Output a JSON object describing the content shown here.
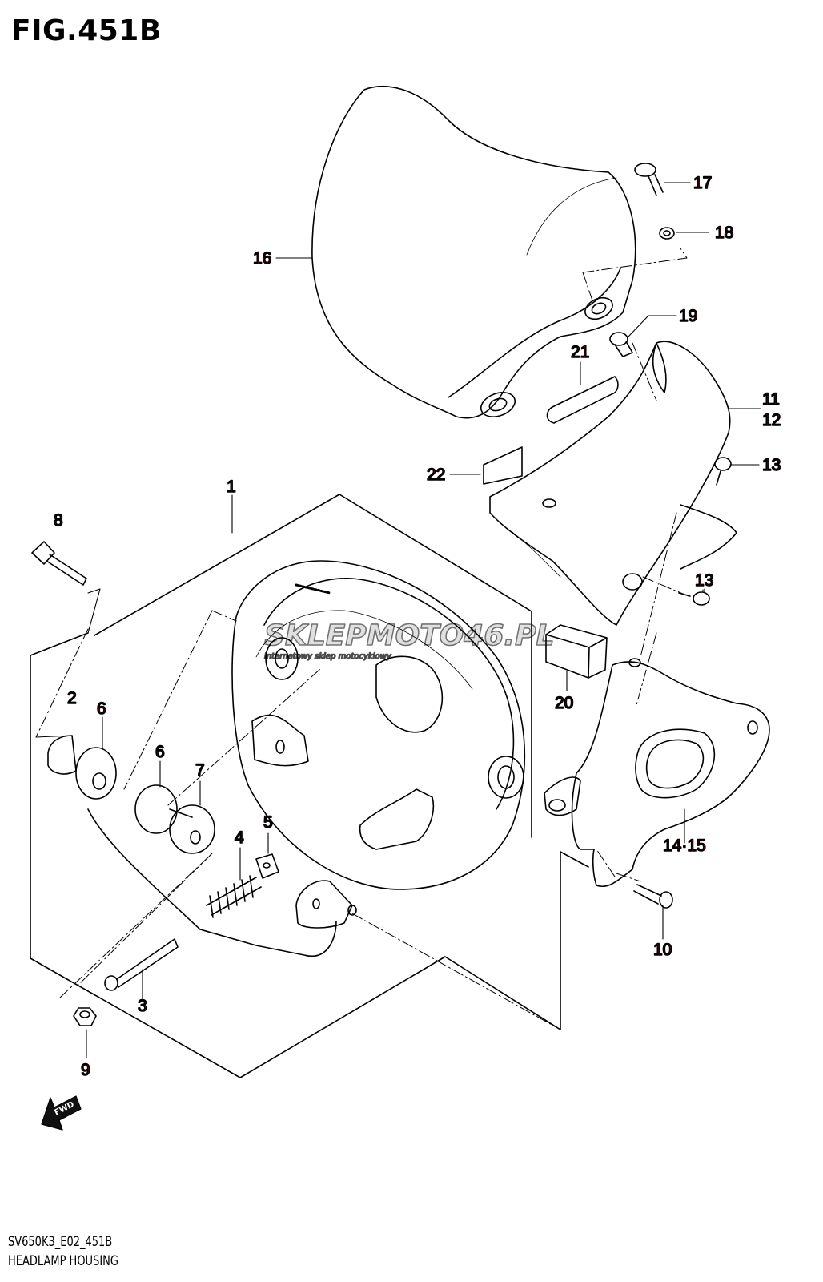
{
  "figure": {
    "title": "FIG.451B"
  },
  "footer": {
    "code": "SV650K3_E02_451B",
    "name": "HEADLAMP HOUSING"
  },
  "watermark": {
    "brand": "SKLEPMOTO46.PL",
    "tagline": "internetowy sklep motocyklowy"
  },
  "direction": {
    "label": "FWD"
  },
  "callouts": {
    "c1": "1",
    "c2": "2",
    "c3": "3",
    "c4": "4",
    "c5": "5",
    "c6a": "6",
    "c6b": "6",
    "c7": "7",
    "c8": "8",
    "c9": "9",
    "c10": "10",
    "c11": "11",
    "c12": "12",
    "c13a": "13",
    "c13b": "13",
    "c1415": "14·15",
    "c16": "16",
    "c17": "17",
    "c18": "18",
    "c19": "19",
    "c20": "20",
    "c21": "21",
    "c22": "22"
  },
  "colors": {
    "callout": "#b01818",
    "line": "#000000"
  }
}
